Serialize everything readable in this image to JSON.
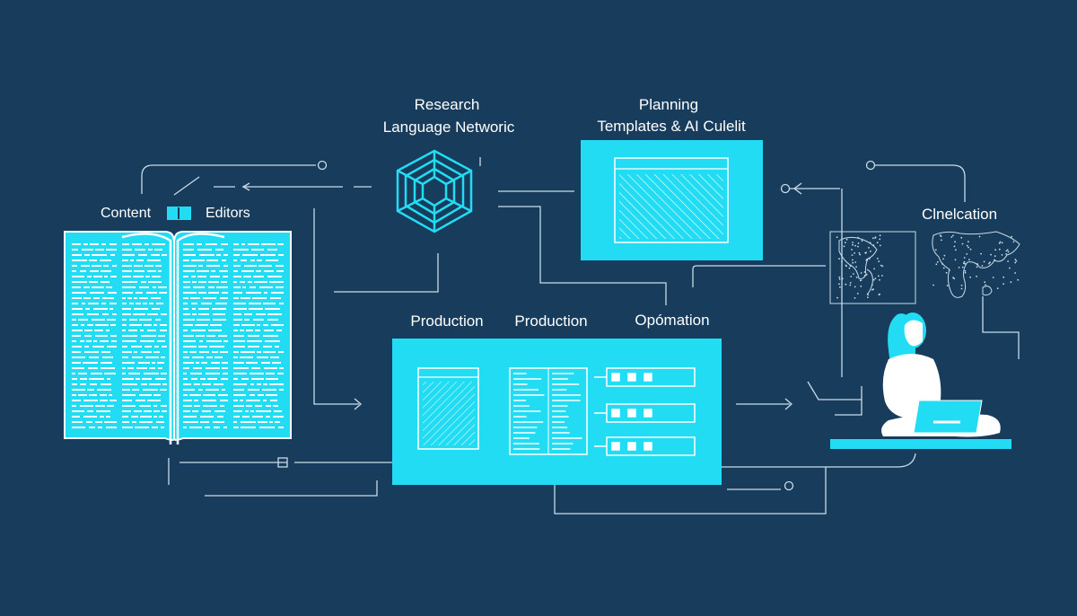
{
  "colors": {
    "background": "#183c5c",
    "accent": "#22dcf4",
    "line": "#c9dbe8",
    "text": "#ffffff"
  },
  "nodes": {
    "content": {
      "label_left": "Content",
      "label_right": "Editors",
      "icon": "open-book-icon"
    },
    "research": {
      "title": "Research",
      "subtitle": "Language Networic",
      "icon": "hexagon-network-icon"
    },
    "planning": {
      "title": "Planning",
      "subtitle": "Templates & AI Culelit",
      "icon": "template-panel-icon"
    },
    "production": {
      "labels": [
        "Production",
        "Production",
        "Opómation"
      ],
      "icon": "production-panel-icon"
    },
    "cinelcation": {
      "title": "Clnelcation",
      "icon": "world-map-icon",
      "person_icon": "person-laptop-icon"
    }
  }
}
